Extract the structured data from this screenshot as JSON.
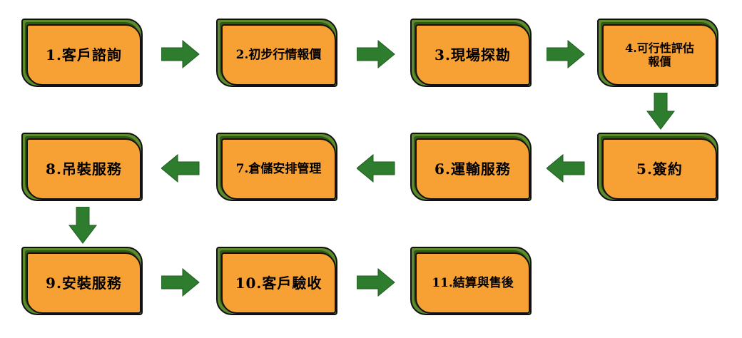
{
  "steps": [
    {
      "label": "1.客戶諮詢"
    },
    {
      "label": "2.初步行情報價"
    },
    {
      "label": "3.現場探勘"
    },
    {
      "label": "4.可行性評估\n報價"
    },
    {
      "label": "5.簽約"
    },
    {
      "label": "6.運輸服務"
    },
    {
      "label": "7.倉儲安排管理"
    },
    {
      "label": "8.吊裝服務"
    },
    {
      "label": "9.安裝服務"
    },
    {
      "label": "10.客戶驗收"
    },
    {
      "label": "11.結算與售後"
    }
  ],
  "colors": {
    "box_fill": "#f7a134",
    "box_shadow_dark": "#2f5a15",
    "box_shadow_light": "#5c8a2d",
    "arrow_fill": "#2e7d2e"
  }
}
